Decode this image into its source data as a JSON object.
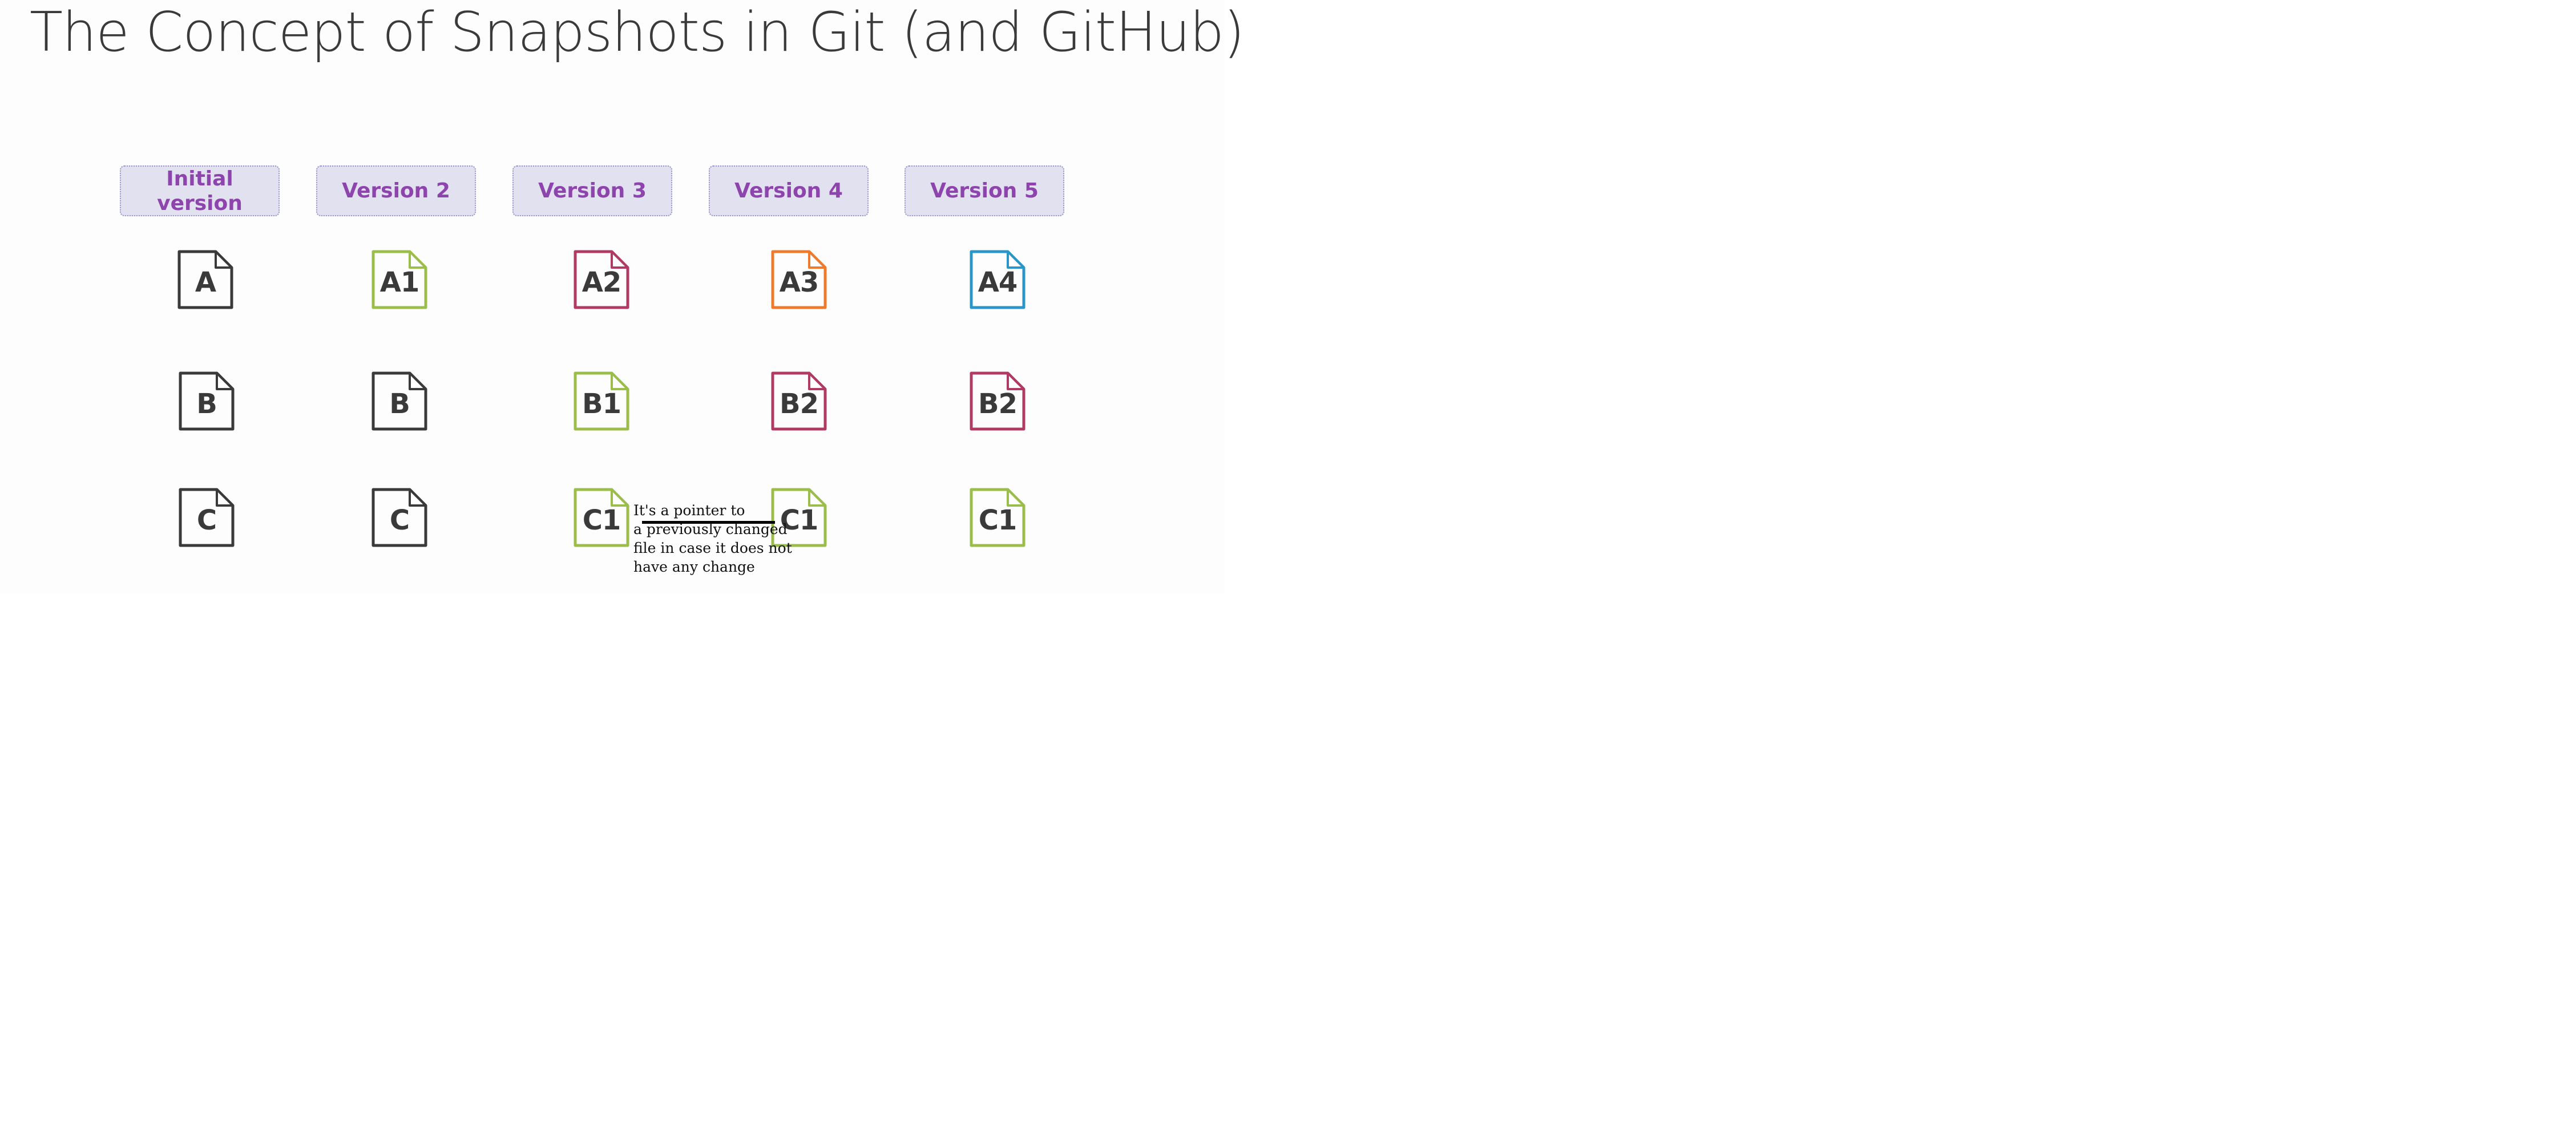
{
  "title": "The Concept of Snapshots in Git (and GitHub)",
  "headers": [
    {
      "lines": [
        "Initial",
        "version"
      ]
    },
    {
      "lines": [
        "Version 2"
      ]
    },
    {
      "lines": [
        "Version 3"
      ]
    },
    {
      "lines": [
        "Version 4"
      ]
    },
    {
      "lines": [
        "Version 5"
      ]
    }
  ],
  "rows": [
    [
      {
        "label": "A",
        "color": "#3a3a3a"
      },
      {
        "label": "A1",
        "color": "#9bbd4a"
      },
      {
        "label": "A2",
        "color": "#b03a64"
      },
      {
        "label": "A3",
        "color": "#ef7a2c"
      },
      {
        "label": "A4",
        "color": "#2a95c8"
      }
    ],
    [
      {
        "label": "B",
        "color": "#3a3a3a"
      },
      {
        "label": "B",
        "color": "#3a3a3a"
      },
      {
        "label": "B1",
        "color": "#9bbd4a"
      },
      {
        "label": "B2",
        "color": "#b03a64"
      },
      {
        "label": "B2",
        "color": "#b03a64"
      }
    ],
    [
      {
        "label": "C",
        "color": "#3a3a3a"
      },
      {
        "label": "C",
        "color": "#3a3a3a"
      },
      {
        "label": "C1",
        "color": "#9bbd4a"
      },
      {
        "label": "C1",
        "color": "#9bbd4a"
      },
      {
        "label": "C1",
        "color": "#9bbd4a"
      }
    ]
  ],
  "note": {
    "lines": [
      "It's a pointer to",
      "a previously changed",
      "file in case it does not",
      "have any change"
    ]
  },
  "colors": {
    "header_fill": "#e2e1ef",
    "header_border": "#9b93cf",
    "header_text": "#8e44ad"
  }
}
